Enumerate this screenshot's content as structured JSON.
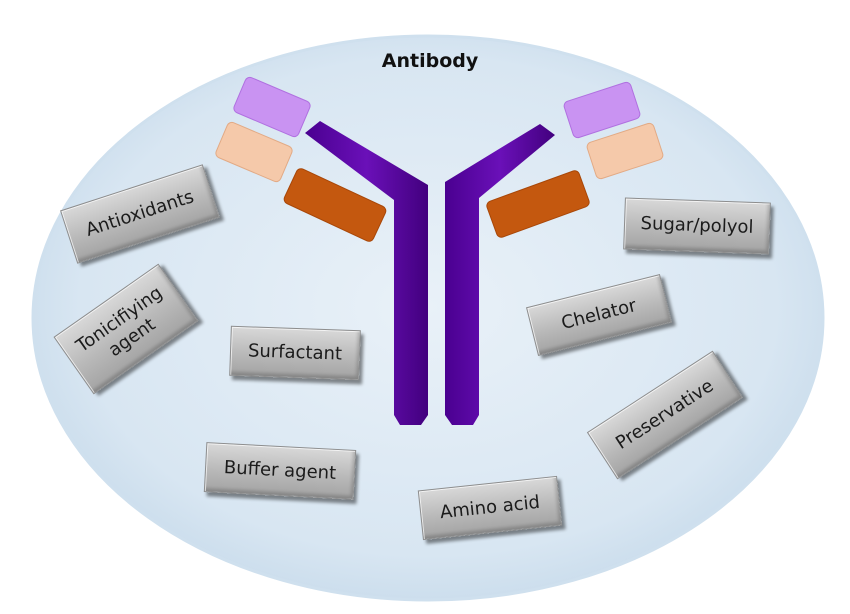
{
  "diagram": {
    "title": "Antibody",
    "excipients": [
      {
        "label": "Antioxidants"
      },
      {
        "label": "Tonicifiying agent"
      },
      {
        "label": "Surfactant"
      },
      {
        "label": "Buffer agent"
      },
      {
        "label": "Amino acid"
      },
      {
        "label": "Preservative"
      },
      {
        "label": "Chelator"
      },
      {
        "label": "Sugar/polyol"
      }
    ],
    "colors": {
      "background_ellipse": "#dde9f4",
      "heavy_chain": "#54009c",
      "light_chain_constant": "#c4580f",
      "light_chain_variable": "#f5c9aa",
      "heavy_chain_variable": "#c993f2",
      "tile": "#bdbdbd"
    }
  }
}
